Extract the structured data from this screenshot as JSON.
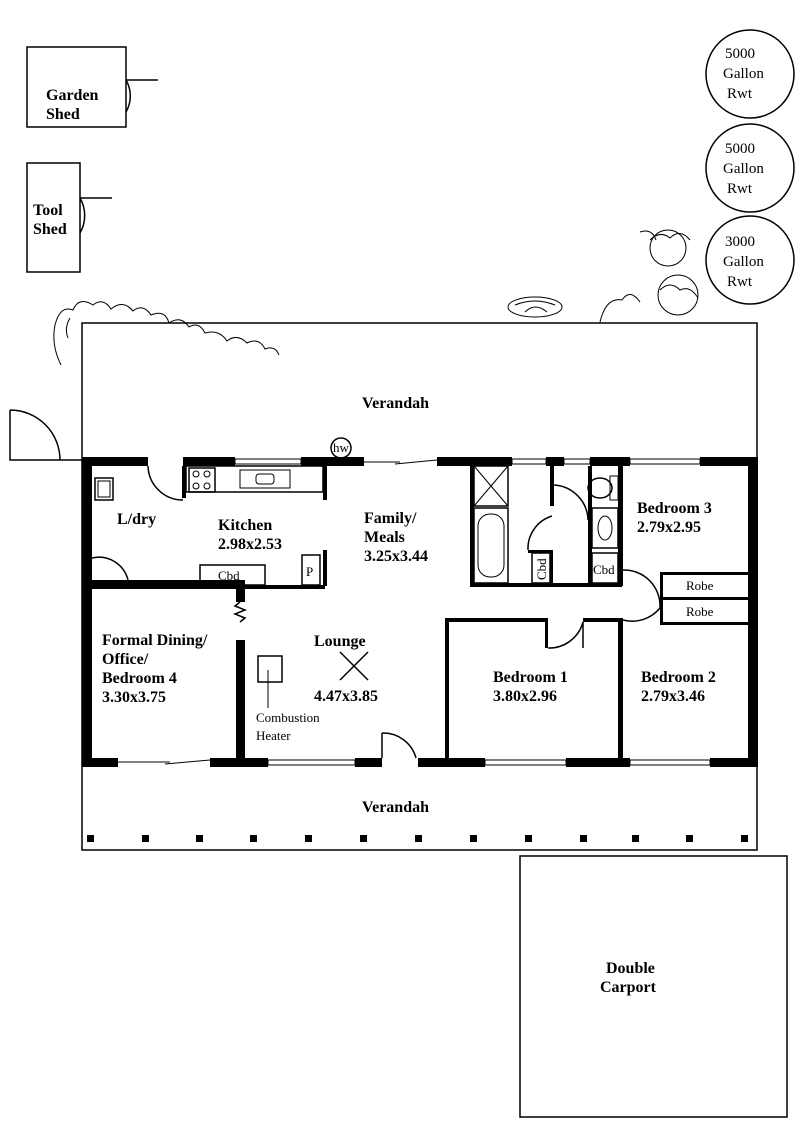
{
  "plan": {
    "outbuildings": {
      "garden_shed": [
        "Garden",
        "Shed"
      ],
      "tool_shed": [
        "Tool",
        "Shed"
      ],
      "carport": [
        "Double",
        "Carport"
      ]
    },
    "tanks": [
      [
        "5000",
        "Gallon",
        "Rwt"
      ],
      [
        "5000",
        "Gallon",
        "Rwt"
      ],
      [
        "3000",
        "Gallon",
        "Rwt"
      ]
    ],
    "verandah_top": "Verandah",
    "verandah_bottom": "Verandah",
    "hot_water": "hw",
    "rooms": {
      "laundry": "L/dry",
      "kitchen": {
        "name": "Kitchen",
        "size": "2.98x2.53"
      },
      "family": {
        "name1": "Family/",
        "name2": "Meals",
        "size": "3.25x3.44"
      },
      "bedroom3": {
        "name": "Bedroom 3",
        "size": "2.79x2.95"
      },
      "bedroom2": {
        "name": "Bedroom 2",
        "size": "2.79x3.46"
      },
      "bedroom1": {
        "name": "Bedroom 1",
        "size": "3.80x2.96"
      },
      "lounge": {
        "name": "Lounge",
        "size": "4.47x3.85"
      },
      "dining": {
        "name1": "Formal Dining/",
        "name2": "Office/",
        "name3": "Bedroom 4",
        "size": "3.30x3.75"
      }
    },
    "fixtures": {
      "cbd_kitchen": "Cbd",
      "pantry": "P",
      "cbd_bath": "Cbd",
      "cbd_hall": "Cbd",
      "robe1": "Robe",
      "robe2": "Robe",
      "heater1": "Combustion",
      "heater2": "Heater"
    }
  }
}
